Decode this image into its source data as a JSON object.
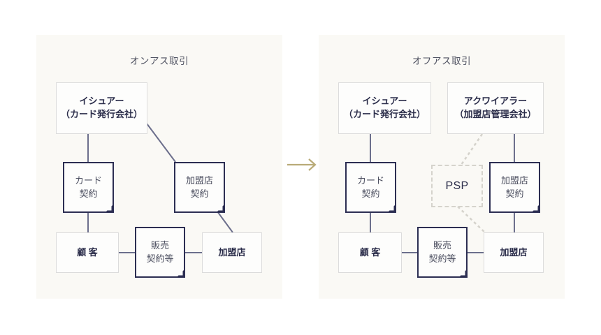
{
  "diagram": {
    "title_left": "オンアス取引",
    "title_right": "オフアス取引",
    "arrow_icon": "right-arrow-icon",
    "colors": {
      "panel_background": "#faf9f5",
      "page_background": "#ffffff",
      "navy": "#2c2e52",
      "entity_border": "#dcdcdc",
      "connector": "#6c6f8c",
      "arrow": "#b9ab78",
      "dashed_border": "#d5d3cc",
      "title_text": "#4e5160"
    }
  },
  "onus": {
    "title": "オンアス取引",
    "nodes": {
      "issuer": {
        "line1": "イシュアー",
        "line2": "（カード発行会社）"
      },
      "card_contract": {
        "line1": "カード",
        "line2": "契約"
      },
      "merchant_contract": {
        "line1": "加盟店",
        "line2": "契約"
      },
      "customer": {
        "line1": "顧 客"
      },
      "sales_contract": {
        "line1": "販売",
        "line2": "契約等"
      },
      "merchant": {
        "line1": "加盟店"
      }
    }
  },
  "offus": {
    "title": "オフアス取引",
    "nodes": {
      "issuer": {
        "line1": "イシュアー",
        "line2": "（カード発行会社）"
      },
      "acquirer": {
        "line1": "アクワイアラー",
        "line2": "（加盟店管理会社）"
      },
      "card_contract": {
        "line1": "カード",
        "line2": "契約"
      },
      "psp": {
        "line1": "PSP"
      },
      "merchant_contract": {
        "line1": "加盟店",
        "line2": "契約"
      },
      "customer": {
        "line1": "顧 客"
      },
      "sales_contract": {
        "line1": "販売",
        "line2": "契約等"
      },
      "merchant": {
        "line1": "加盟店"
      }
    }
  }
}
